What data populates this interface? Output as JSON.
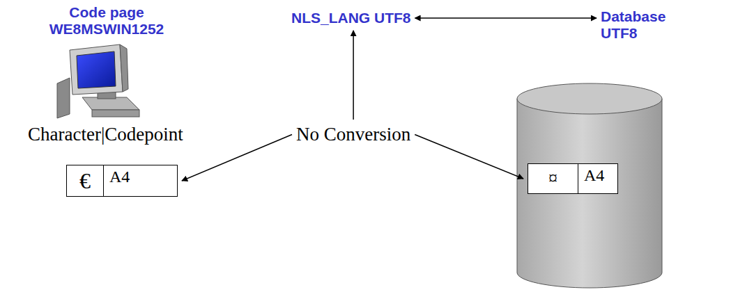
{
  "diagram": {
    "nodes": [
      {
        "text": [
          "NLS_LANG UTF8"
        ]
      },
      {
        "text": [
          "Database UTF8"
        ]
      },
      {
        "text": [
          "No Conversion"
        ]
      },
      {
        "text": [
          "€",
          "A4"
        ]
      },
      {
        "text": [
          "¤",
          "A4"
        ]
      }
    ],
    "edges": [
      {
        "from": 0,
        "to": 1,
        "arrow": "both"
      },
      {
        "from": 2,
        "to": 0,
        "arrow": "to"
      },
      {
        "from": 2,
        "to": 3,
        "arrow": "to"
      },
      {
        "from": 2,
        "to": 4,
        "arrow": "to"
      }
    ],
    "labels": [
      "Code page WE8MSWIN1252",
      "Character|Codepoint"
    ]
  }
}
